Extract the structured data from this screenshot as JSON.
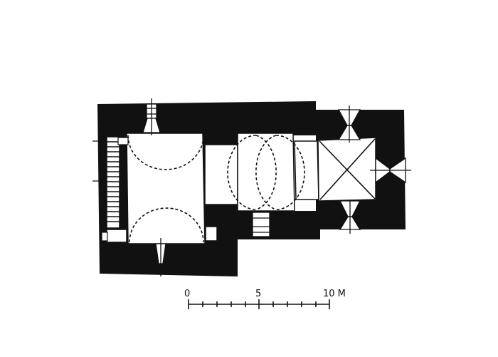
{
  "colors": {
    "ink": "#111111",
    "paper": "#ffffff"
  },
  "scale_bar": {
    "label_0": "0",
    "label_5": "5",
    "label_10": "10 M"
  }
}
